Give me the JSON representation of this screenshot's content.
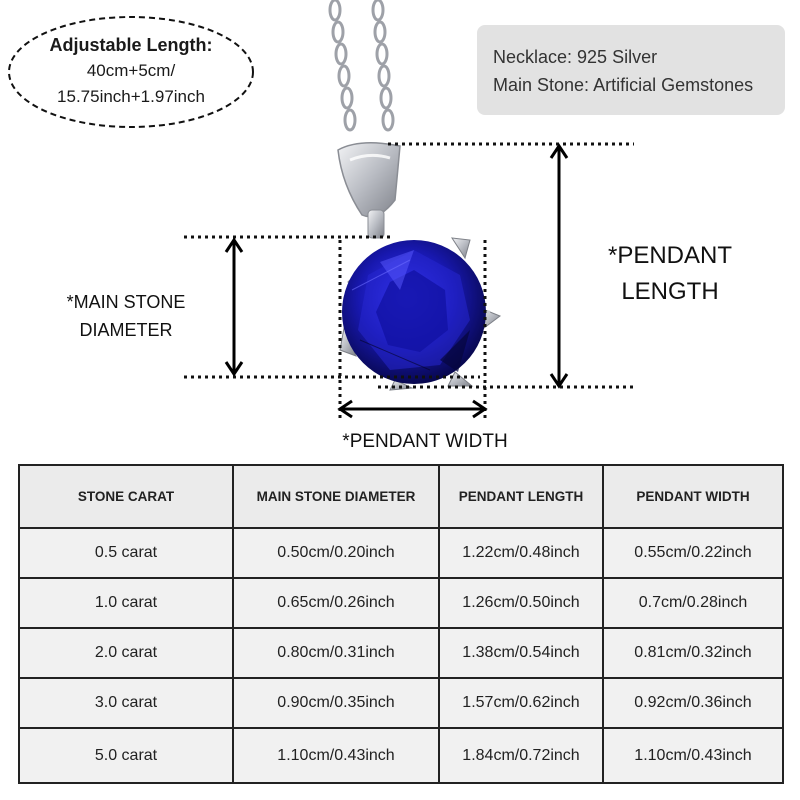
{
  "badge": {
    "title": "Adjustable Length:",
    "line1": "40cm+5cm/",
    "line2": "15.75inch+1.97inch"
  },
  "specs": {
    "necklace": "Necklace: 925 Silver",
    "stone": "Main Stone: Artificial Gemstones"
  },
  "labels": {
    "stone_diameter_1": "*MAIN STONE",
    "stone_diameter_2": "DIAMETER",
    "pendant_length_1": "*PENDANT",
    "pendant_length_2": "LENGTH",
    "pendant_width": "*PENDANT WIDTH"
  },
  "colors": {
    "gem": "#1a1aa8",
    "gem_dark": "#0b0b5e",
    "silver": "#c9ccd2",
    "table_border": "#222222"
  },
  "table": {
    "headers": [
      "STONE CARAT",
      "MAIN STONE DIAMETER",
      "PENDANT LENGTH",
      "PENDANT WIDTH"
    ],
    "rows": [
      [
        "0.5 carat",
        "0.50cm/0.20inch",
        "1.22cm/0.48inch",
        "0.55cm/0.22inch"
      ],
      [
        "1.0 carat",
        "0.65cm/0.26inch",
        "1.26cm/0.50inch",
        "0.7cm/0.28inch"
      ],
      [
        "2.0 carat",
        "0.80cm/0.31inch",
        "1.38cm/0.54inch",
        "0.81cm/0.32inch"
      ],
      [
        "3.0 carat",
        "0.90cm/0.35inch",
        "1.57cm/0.62inch",
        "0.92cm/0.36inch"
      ],
      [
        "5.0 carat",
        "1.10cm/0.43inch",
        "1.84cm/0.72inch",
        "1.10cm/0.43inch"
      ]
    ]
  }
}
